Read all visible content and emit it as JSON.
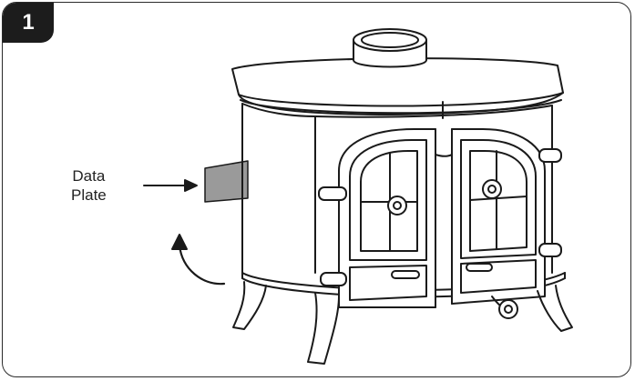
{
  "figure": {
    "step_number": "1",
    "callout": {
      "line1": "Data",
      "line2": "Plate"
    },
    "colors": {
      "frame": "#2a2a2a",
      "badge_bg": "#1c1c1c",
      "badge_text": "#ffffff",
      "line_art": "#1a1a1a",
      "data_plate_fill": "#9a9a9a"
    },
    "icons": [
      "callout-arrow-icon",
      "rotate-arrow-icon"
    ]
  }
}
